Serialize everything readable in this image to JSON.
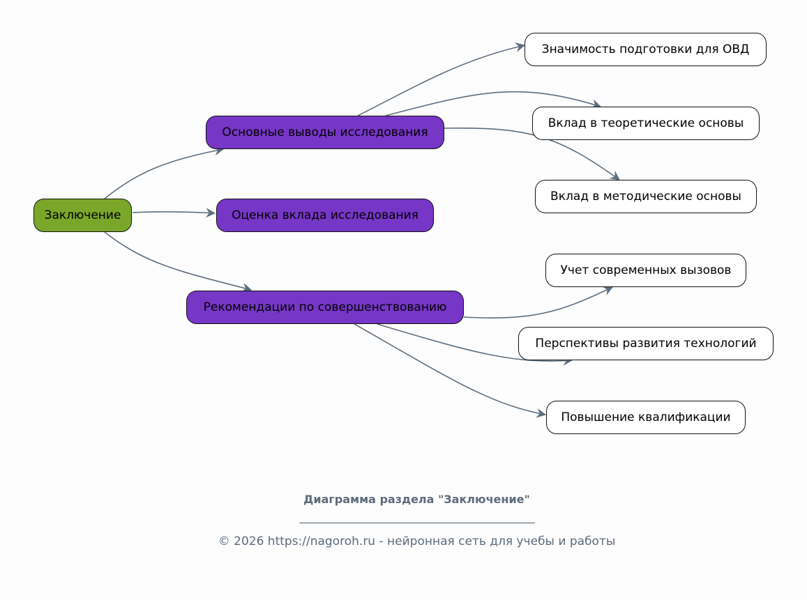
{
  "diagram": {
    "root": {
      "id": "root",
      "label": "Заключение",
      "color": "#7aa72a"
    },
    "branches": [
      {
        "id": "b1",
        "label": "Основные выводы исследования",
        "color": "#7636c6"
      },
      {
        "id": "b2",
        "label": "Оценка вклада исследования",
        "color": "#7636c6"
      },
      {
        "id": "b3",
        "label": "Рекомендации по совершенствованию",
        "color": "#7636c6"
      }
    ],
    "leaves": [
      {
        "id": "l1",
        "parent": "b1",
        "label": "Значимость подготовки для ОВД"
      },
      {
        "id": "l2",
        "parent": "b1",
        "label": "Вклад в теоретические основы"
      },
      {
        "id": "l3",
        "parent": "b1",
        "label": "Вклад в методические основы"
      },
      {
        "id": "l4",
        "parent": "b3",
        "label": "Учет современных вызовов"
      },
      {
        "id": "l5",
        "parent": "b3",
        "label": "Перспективы развития технологий"
      },
      {
        "id": "l6",
        "parent": "b3",
        "label": "Повышение квалификации"
      }
    ],
    "edges": [
      {
        "from": "root",
        "to": "b1"
      },
      {
        "from": "root",
        "to": "b2"
      },
      {
        "from": "root",
        "to": "b3"
      },
      {
        "from": "b1",
        "to": "l1"
      },
      {
        "from": "b1",
        "to": "l2"
      },
      {
        "from": "b1",
        "to": "l3"
      },
      {
        "from": "b3",
        "to": "l4"
      },
      {
        "from": "b3",
        "to": "l5"
      },
      {
        "from": "b3",
        "to": "l6"
      }
    ],
    "edge_color": "#5e6e7e"
  },
  "footer": {
    "title": "Диаграмма раздела \"Заключение\"",
    "rule": "________________________________________________",
    "copyright": "© 2026 https://nagoroh.ru - нейронная сеть для учебы и работы"
  }
}
